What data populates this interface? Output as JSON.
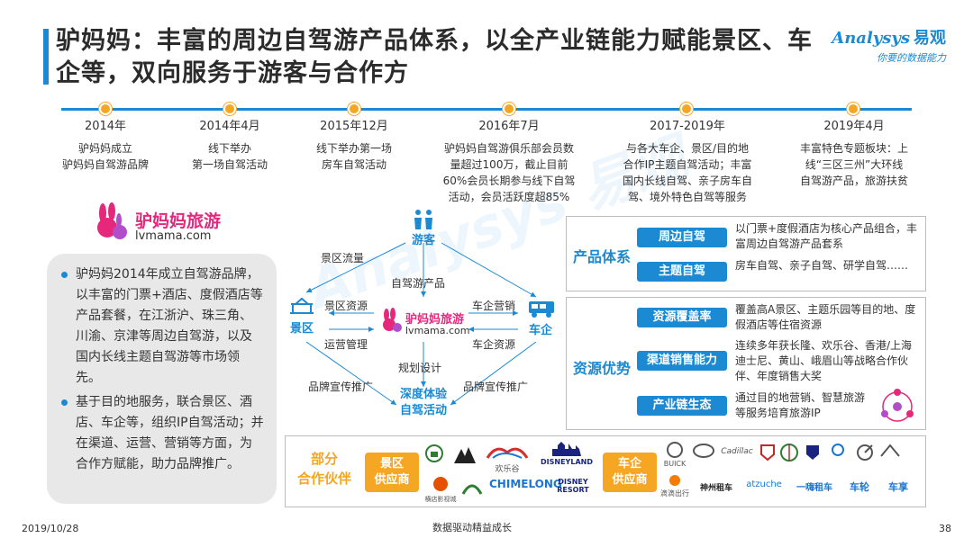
{
  "header": {
    "title": "驴妈妈：丰富的周边自驾游产品体系，以全产业链能力赋能景区、车企等，双向服务于游客与合作方",
    "brand_name": "nalysys",
    "brand_prefix": "A",
    "brand_cn": "易观",
    "brand_tag": "你要的数据能力"
  },
  "timeline": [
    {
      "date": "2014年",
      "text": "驴妈妈成立\n驴妈妈自驾游品牌"
    },
    {
      "date": "2014年4月",
      "text": "线下举办\n第一场自驾活动"
    },
    {
      "date": "2015年12月",
      "text": "线下举办第一场\n房车自驾活动"
    },
    {
      "date": "2016年7月",
      "text": "驴妈妈自驾游俱乐部会员数\n量超过100万，截止目前\n60%会员长期参与线下自驾\n活动，会员活跃度超85%"
    },
    {
      "date": "2017-2019年",
      "text": "与各大车企、景区/目的地\n合作IP主题自驾活动；丰富\n国内长线自驾、亲子房车自\n驾、境外特色自驾等服务"
    },
    {
      "date": "2019年4月",
      "text": "丰富特色专题板块：上\n线“三区三州”大环线\n自驾游产品，旅游扶贫"
    }
  ],
  "logo": {
    "name": "驴妈妈旅游",
    "url": "lvmama.com"
  },
  "bullets": [
    "驴妈妈2014年成立自驾游品牌，以丰富的门票+酒店、度假酒店等产品套餐，在江浙沪、珠三角、川渝、京津等周边自驾游，以及国内长线主题自驾游等市场领先。",
    "基于目的地服务，联合景区、酒店、车企等，组织IP自驾活动；并在渠道、运营、营销等方面，为合作方赋能，助力品牌推广。"
  ],
  "diagram": {
    "center_name": "驴妈妈旅游",
    "center_url": "lvmama.com",
    "tourist": "游客",
    "scenic": "景区",
    "car": "车企",
    "activity": "深度体验\n自驾活动",
    "labels": {
      "scenic_flow": "景区流量",
      "selfdrive_product": "自驾游产品",
      "scenic_resource": "景区资源",
      "car_marketing": "车企营销",
      "ops_manage": "运营管理",
      "car_resource": "车企资源",
      "plan_design": "规划设计",
      "brand_promo_left": "品牌宣传推广",
      "brand_promo_right": "品牌宣传推广"
    }
  },
  "product_system": {
    "title": "产品体系",
    "items": [
      {
        "label": "周边自驾",
        "desc": "以门票+度假酒店为核心产品组合，丰富周边自驾游产品套系"
      },
      {
        "label": "主题自驾",
        "desc": "房车自驾、亲子自驾、研学自驾……"
      }
    ]
  },
  "resource_advantage": {
    "title": "资源优势",
    "items": [
      {
        "label": "资源覆盖率",
        "desc": "覆盖高A景区、主题乐园等目的地、度假酒店等住宿资源"
      },
      {
        "label": "渠道销售能力",
        "desc": "连续多年获长隆、欢乐谷、香港/上海迪士尼、黄山、峨眉山等战略合作伙伴、年度销售大奖"
      },
      {
        "label": "产业链生态",
        "desc": "通过目的地营销、智慧旅游等服务培育旅游IP"
      }
    ]
  },
  "partners": {
    "title": "部分\n合作伙伴",
    "scenic_label": "景区\n供应商",
    "car_label": "车企\n供应商",
    "scenic_logos": [
      "故宫",
      "黄山",
      "欢乐谷",
      "DISNEYLAND",
      "横店影视城",
      "长隆",
      "CHIMELONG",
      "DISNEY RESORT"
    ],
    "car_logos": [
      "BUICK",
      "GWM",
      "Cadillac",
      "BAIC",
      "Alfa Romeo",
      "Maserati",
      "上汽大通",
      "VOLVO",
      "滴滴出行",
      "神州租车",
      "atzuche",
      "一嗨租车",
      "车轮",
      "车享"
    ]
  },
  "footer": {
    "date": "2019/10/28",
    "slogan": "数据驱动精益成长",
    "page": "38"
  },
  "colors": {
    "accent": "#1b8ad3",
    "orange": "#f5a623",
    "pink": "#e6287d"
  }
}
